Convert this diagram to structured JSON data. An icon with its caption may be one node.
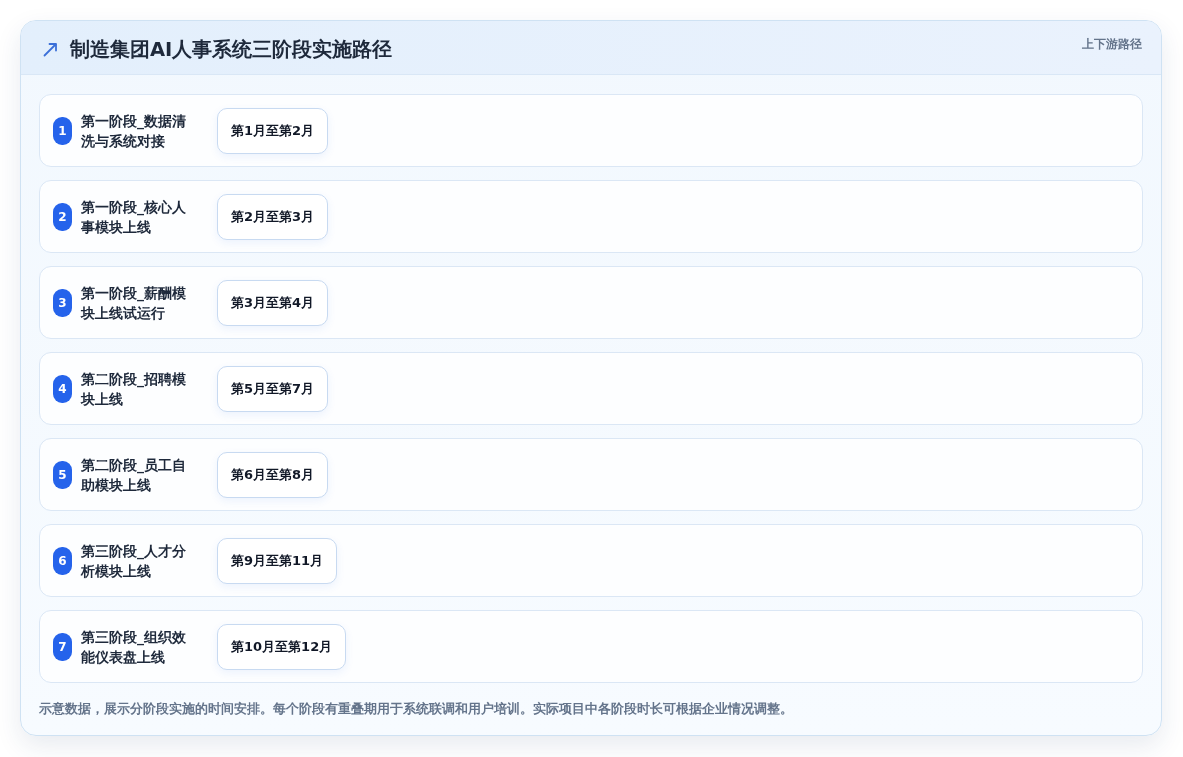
{
  "diagram": {
    "title": "制造集团AI人事系统三阶段实施路径",
    "caption": "示意数据，展示分阶段实施的时间安排。每个阶段有重叠期用于系统联调和用户培训。实际项目中各阶段时长可根据企业情况调整。",
    "labels": [
      "上下游路径"
    ],
    "nodes": [
      {
        "text": [
          "第一阶段_数据清洗与系统对接"
        ]
      },
      {
        "text": [
          "1"
        ],
        "in": 0
      },
      {
        "text": [
          "第1月至第2月"
        ],
        "in": 0
      },
      {
        "text": [
          "第一阶段_核心人事模块上线"
        ]
      },
      {
        "text": [
          "2"
        ],
        "in": 3
      },
      {
        "text": [
          "第2月至第3月"
        ],
        "in": 3
      },
      {
        "text": [
          "第一阶段_薪酬模块上线试运行"
        ]
      },
      {
        "text": [
          "3"
        ],
        "in": 6
      },
      {
        "text": [
          "第3月至第4月"
        ],
        "in": 6
      },
      {
        "text": [
          "第二阶段_招聘模块上线"
        ]
      },
      {
        "text": [
          "4"
        ],
        "in": 9
      },
      {
        "text": [
          "第5月至第7月"
        ],
        "in": 9
      },
      {
        "text": [
          "第二阶段_员工自助模块上线"
        ]
      },
      {
        "text": [
          "5"
        ],
        "in": 12
      },
      {
        "text": [
          "第6月至第8月"
        ],
        "in": 12
      },
      {
        "text": [
          "第三阶段_人才分析模块上线"
        ]
      },
      {
        "text": [
          "6"
        ],
        "in": 15
      },
      {
        "text": [
          "第9月至第11月"
        ],
        "in": 15
      },
      {
        "text": [
          "第三阶段_组织效能仪表盘上线"
        ]
      },
      {
        "text": [
          "7"
        ],
        "in": 18
      },
      {
        "text": [
          "第10月至第12月"
        ],
        "in": 18
      }
    ]
  }
}
